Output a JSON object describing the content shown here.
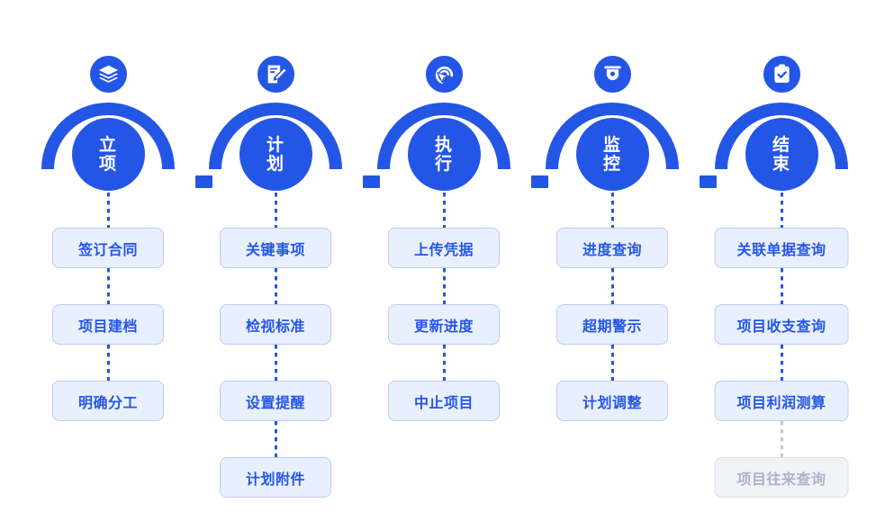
{
  "theme": {
    "primary_blue": "#2456e6",
    "task_fill": "#e9f0fd",
    "task_border": "#b9cdf5",
    "task_text": "#2456e6",
    "disabled_fill": "#f2f3f7",
    "disabled_border": "#dcdfe6",
    "disabled_text": "#a9b4c9",
    "background": "#ffffff"
  },
  "diagram": {
    "type": "project-lifecycle-flow",
    "stage_count": 5,
    "stages": [
      {
        "id": "stage-initiation",
        "label": "立项",
        "icon": "layers-icon",
        "tasks": [
          {
            "label": "签订合同",
            "state": "enabled"
          },
          {
            "label": "项目建档",
            "state": "enabled"
          },
          {
            "label": "明确分工",
            "state": "enabled"
          }
        ]
      },
      {
        "id": "stage-plan",
        "label": "计划",
        "icon": "document-edit-icon",
        "tasks": [
          {
            "label": "关键事项",
            "state": "enabled"
          },
          {
            "label": "检视标准",
            "state": "enabled"
          },
          {
            "label": "设置提醒",
            "state": "enabled"
          },
          {
            "label": "计划附件",
            "state": "enabled"
          }
        ]
      },
      {
        "id": "stage-execute",
        "label": "执行",
        "icon": "cursor-target-icon",
        "tasks": [
          {
            "label": "上传凭据",
            "state": "enabled"
          },
          {
            "label": "更新进度",
            "state": "enabled"
          },
          {
            "label": "中止项目",
            "state": "enabled"
          }
        ]
      },
      {
        "id": "stage-monitor",
        "label": "监控",
        "icon": "security-camera-icon",
        "tasks": [
          {
            "label": "进度查询",
            "state": "enabled"
          },
          {
            "label": "超期警示",
            "state": "enabled"
          },
          {
            "label": "计划调整",
            "state": "enabled"
          }
        ]
      },
      {
        "id": "stage-close",
        "label": "结束",
        "icon": "clipboard-check-icon",
        "tasks": [
          {
            "label": "关联单据查询",
            "state": "enabled"
          },
          {
            "label": "项目收支查询",
            "state": "enabled"
          },
          {
            "label": "项目利润测算",
            "state": "enabled"
          },
          {
            "label": "项目往来查询",
            "state": "disabled"
          }
        ]
      }
    ]
  }
}
